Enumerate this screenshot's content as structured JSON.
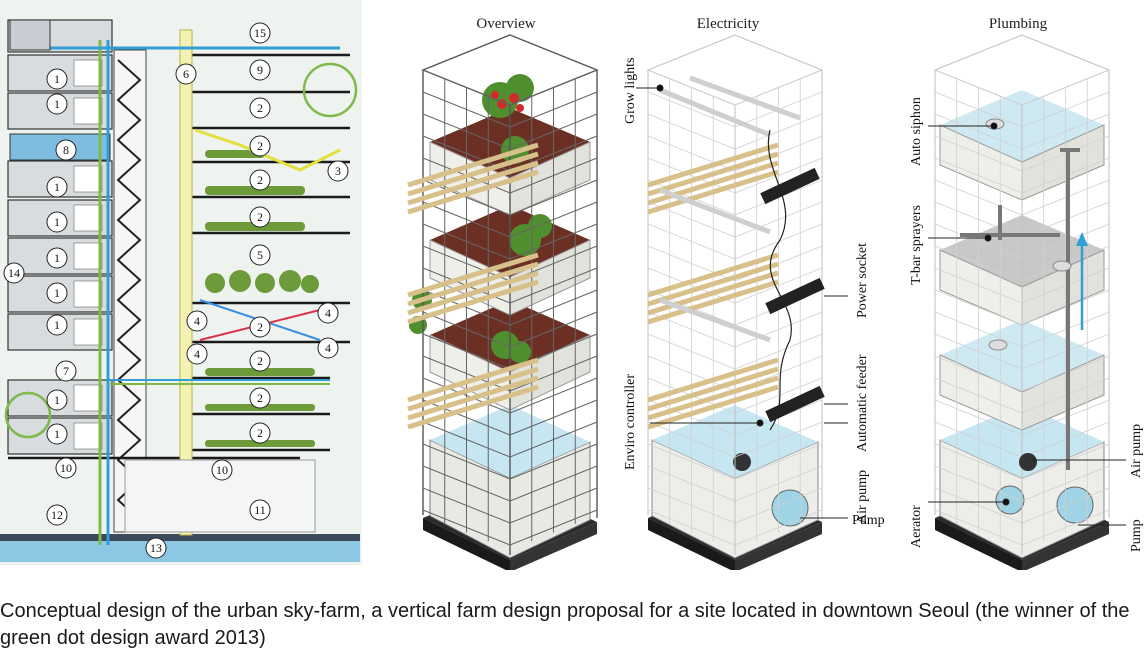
{
  "panels": {
    "overview_title": "Overview",
    "electricity_title": "Electricity",
    "plumbing_title": "Plumbing"
  },
  "section_numbers": [
    "15",
    "1",
    "6",
    "9",
    "1",
    "2",
    "8",
    "2",
    "3",
    "1",
    "2",
    "1",
    "2",
    "14",
    "1",
    "5",
    "1",
    "4",
    "2",
    "4",
    "1",
    "4",
    "2",
    "4",
    "7",
    "1",
    "2",
    "1",
    "2",
    "10",
    "10",
    "12",
    "11",
    "13"
  ],
  "electricity_labels": {
    "grow_lights": "Grow lights",
    "power_socket": "Power socket",
    "automatic_feeder": "Automatic feeder",
    "enviro_controller": "Enviro controller",
    "air_pump": "Air pump",
    "pump": "Pump"
  },
  "plumbing_labels": {
    "auto_siphon": "Auto siphon",
    "t_bar_sprayers": "T-bar sprayers",
    "aerator": "Aerator",
    "pump": "Pump",
    "air_pump": "Air pump"
  },
  "caption": "Conceptual design of the urban sky-farm, a vertical farm design proposal for a site located in downtown Seoul (the winner of the green dot design award 2013)",
  "colors": {
    "water": "#bfe3ef",
    "soil": "#6b2f24",
    "slat": "#d8c08a",
    "pipe_blue": "#2f9fd6",
    "pipe_green": "#7fb94a",
    "pipe_yellow": "#e3df3c",
    "frame": "#555555"
  }
}
